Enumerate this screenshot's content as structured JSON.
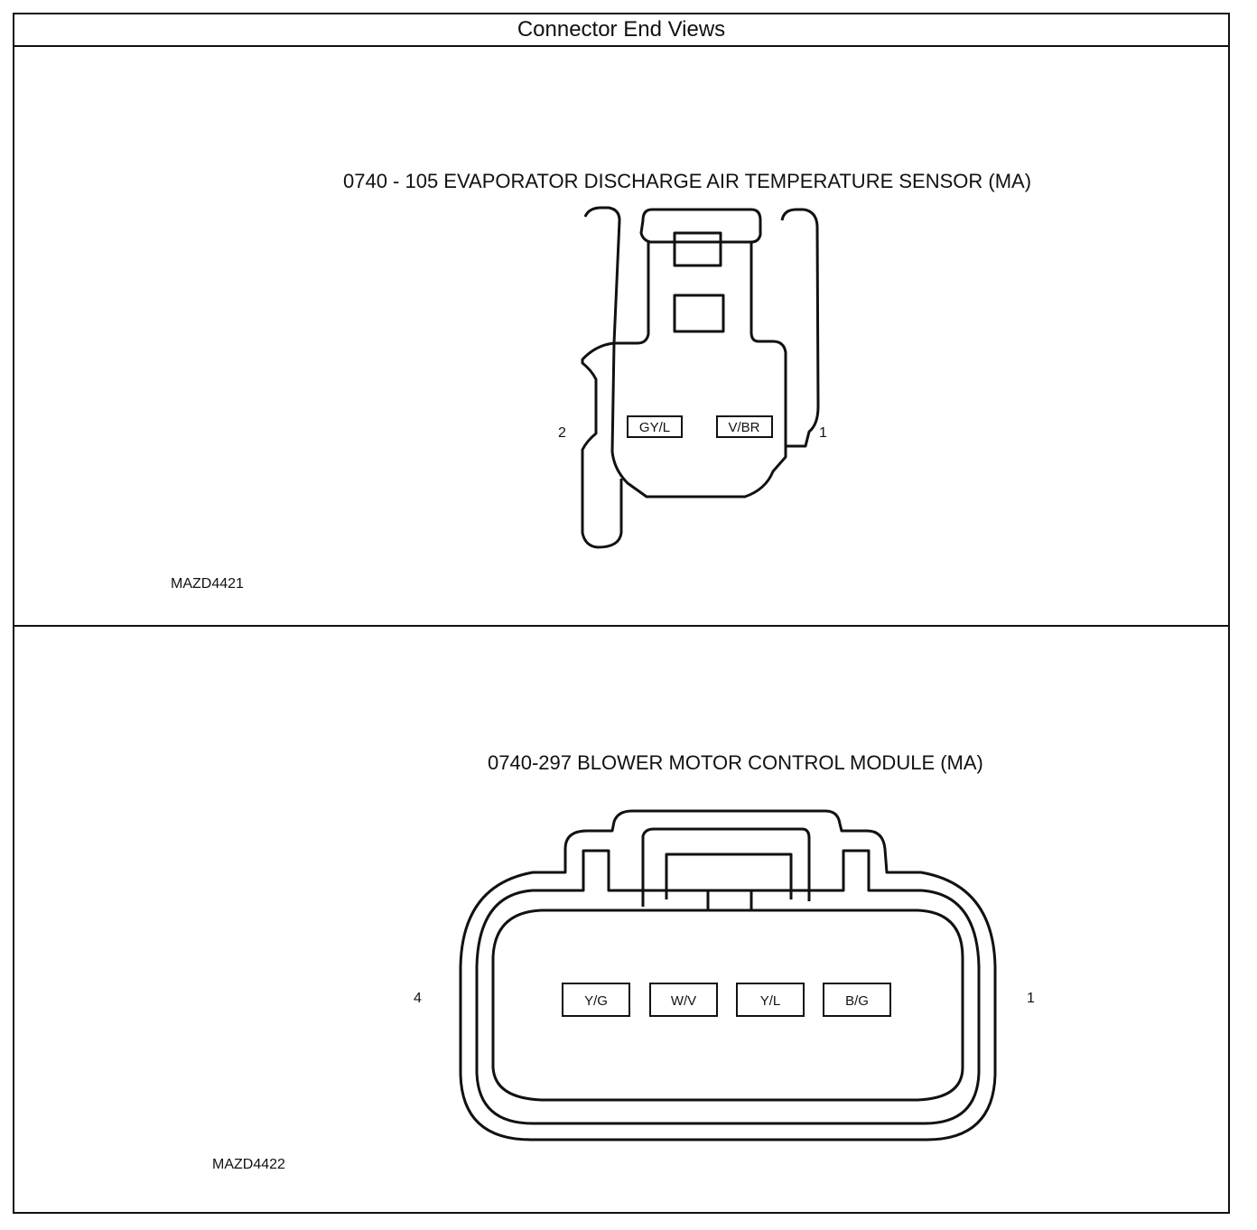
{
  "page": {
    "header": "Connector End Views"
  },
  "connector_1": {
    "title": "0740 - 105 EVAPORATOR DISCHARGE AIR TEMPERATURE SENSOR (MA)",
    "figure_id": "MAZD4421",
    "pin_left": "2",
    "pin_right": "1",
    "wires": [
      "GY/L",
      "V/BR"
    ]
  },
  "connector_2": {
    "title": "0740-297 BLOWER MOTOR CONTROL MODULE (MA)",
    "figure_id": "MAZD4422",
    "pin_left": "4",
    "pin_right": "1",
    "wires": [
      "Y/G",
      "W/V",
      "Y/L",
      "B/G"
    ]
  }
}
